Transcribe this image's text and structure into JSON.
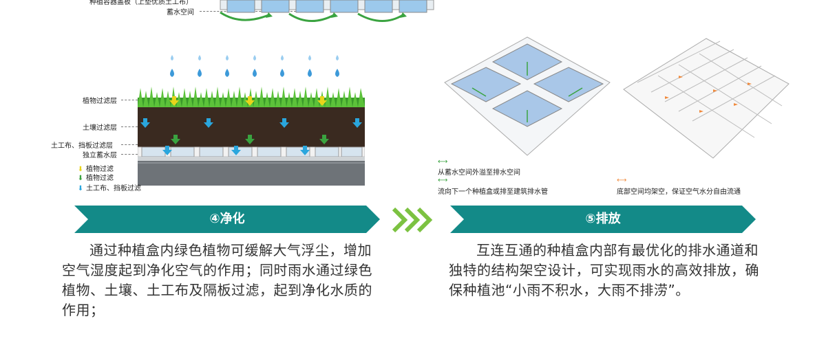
{
  "top_diagram": {
    "label_container": "种植容器盖板（上垫优质土工布）",
    "label_storage": "蓄水空间"
  },
  "layers_diagram": {
    "labels": {
      "plant": "植物过滤层",
      "soil": "土壤过滤层",
      "geo": "土工布、挡板过滤层",
      "storage": "独立蓄水层"
    },
    "legend": [
      {
        "text": "植物过滤",
        "color": "#e8d41a"
      },
      {
        "text": "植物过滤",
        "color": "#3aa340"
      },
      {
        "text": "土工布、挡板过滤",
        "color": "#2aa6dd"
      }
    ]
  },
  "drainage_diagram": {
    "caption_1": "从蓄水空间外溢至排水空间",
    "caption_2": "流向下一个种植盒或排至建筑排水管",
    "caption_3": "底部空间均架空，保证空气水分自由流通"
  },
  "sections": [
    {
      "heading": "④净化",
      "body": "通过种植盒内绿色植物可缓解大气浮尘，增加空气湿度起到净化空气的作用；同时雨水通过绿色植物、土壤、土工布及隔板过滤，起到净化水质的作用；"
    },
    {
      "heading": "⑤排放",
      "body": "互连互通的种植盒内部有最优化的排水通道和独特的结构架空设计，可实现雨水的高效排放，确保种植池“小雨不积水，大雨不排涝”。"
    }
  ],
  "colors": {
    "banner_teal": "#138a88",
    "chevron_green": "#7cc241",
    "water_blue": "#6fb1e6",
    "soil_brown": "#3a2a20"
  }
}
